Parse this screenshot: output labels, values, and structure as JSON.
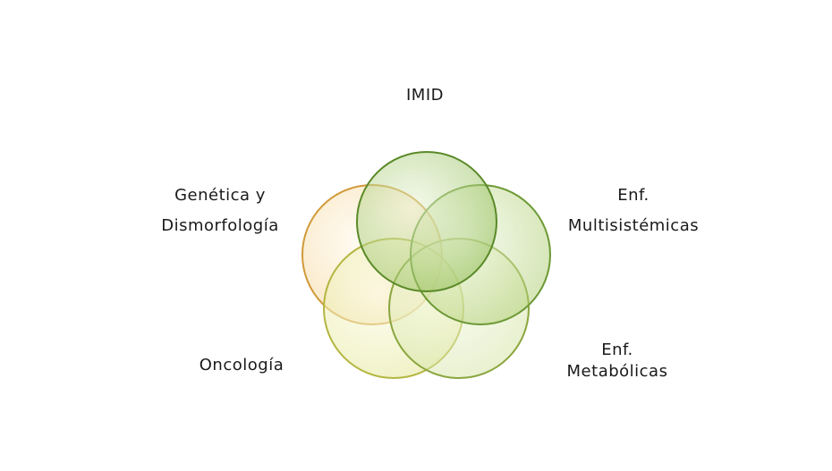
{
  "diagram": {
    "circles": [
      {
        "id": "imid",
        "color": "#8ab84a",
        "stroke": "#5d8a2a"
      },
      {
        "id": "multisistemicas",
        "color": "#a7c964",
        "stroke": "#6c9a34"
      },
      {
        "id": "metabolicas",
        "color": "#c8dc8a",
        "stroke": "#8aa840"
      },
      {
        "id": "oncologia",
        "color": "#e4e89a",
        "stroke": "#b6b844"
      },
      {
        "id": "genetica",
        "color": "#efd7a2",
        "stroke": "#d6a440"
      }
    ],
    "labels": {
      "imid": [
        "IMID"
      ],
      "genetica": [
        "Genética y",
        "Dismorfología"
      ],
      "multisistemicas": [
        "Enf.",
        "Multisistémicas"
      ],
      "oncologia": [
        "Oncología"
      ],
      "metabolicas": [
        "Enf.",
        "Metabólicas"
      ]
    }
  }
}
